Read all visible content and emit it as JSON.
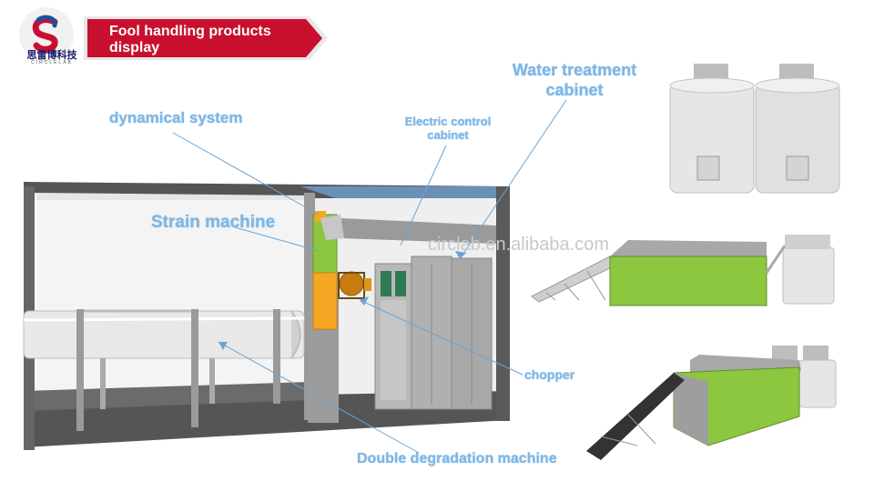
{
  "header": {
    "logo_cn": "思雷博科技",
    "logo_en": "CIRCLELAB",
    "title_line1": "Fool handling products",
    "title_line2": "display"
  },
  "labels": {
    "dynamical_system": "dynamical system",
    "strain_machine": "Strain machine",
    "electric_line1": "Electric control",
    "electric_line2": "cabinet",
    "water_line1": "Water treatment",
    "water_line2": "cabinet",
    "chopper": "chopper",
    "double_degradation": "Double degradation machine"
  },
  "watermark": "circlab.en.alibaba.com",
  "colors": {
    "banner_red": "#c8102e",
    "label_blue": "#7fb8e6",
    "machine_green": "#8dc63f",
    "chopper_orange": "#f5a623",
    "cabinet_gray": "#b8b8b8"
  }
}
